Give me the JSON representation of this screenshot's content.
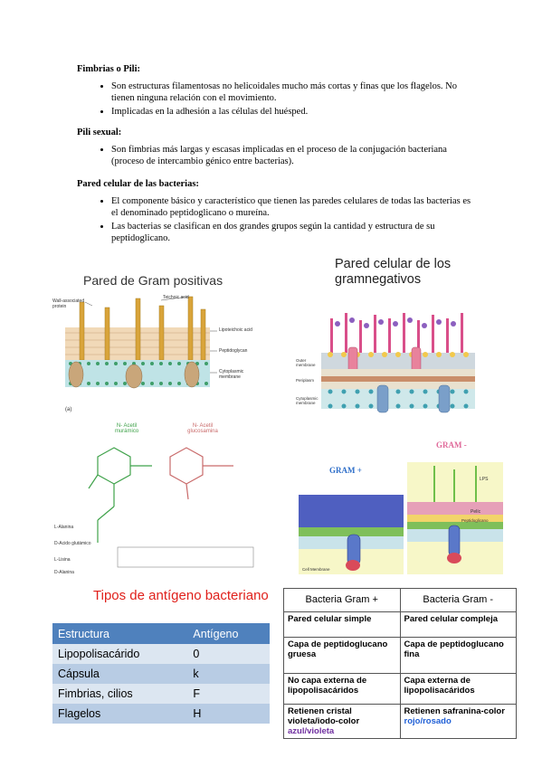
{
  "sections": [
    {
      "heading": "Fimbrias o Pili:",
      "items": [
        "Son estructuras filamentosas no helicoidales mucho más cortas y finas que los flagelos. No tienen ninguna relación con el movimiento.",
        "Implicadas en la adhesión a las células del huésped."
      ]
    },
    {
      "heading": "Pili sexual:",
      "items": [
        "Son fimbrias más largas y escasas implicadas en el proceso de la conjugación bacteriana (proceso de intercambio génico entre bacterias)."
      ]
    },
    {
      "heading": "Pared celular de las bacterias:",
      "items": [
        "El componente básico y característico que tienen las paredes celulares de todas las bacterias es el denominado peptidoglicano o mureína.",
        "Las bacterias se clasifican en dos grandes grupos según la cantidad y estructura de su peptidoglicano."
      ]
    }
  ],
  "fig_gram_pos": {
    "title": "Pared de Gram positivas",
    "labels": [
      "Wall-associated protein",
      "Teichoic acid",
      "Lipoteichoic acid",
      "Peptidoglycan",
      "Cytoplasmic membrane"
    ],
    "panel_letter": "(a)",
    "nag": "N- Acetil murámico",
    "nam": "N- Acetil glucosamina",
    "chain": [
      "L-Alanina",
      "D-Acido glutámico",
      "L-Lisina",
      "D-Alanina"
    ]
  },
  "fig_gram_neg": {
    "title": "Pared celular de los gramnegativos",
    "labels": [
      "Outer membrane",
      "Periplasm",
      "Cytoplasmic membrane"
    ]
  },
  "fig_gram_compare": {
    "gram_minus": "GRAM -",
    "gram_plus": "GRAM +",
    "labels": [
      "LPS",
      "Pelíc",
      "Peptidoglicano",
      "Cell Membrane"
    ]
  },
  "antigen_table": {
    "title": "Tipos de antígeno bacteriano",
    "headers": [
      "Estructura",
      "Antígeno"
    ],
    "rows": [
      [
        "Lipopolisacárido",
        "0"
      ],
      [
        "Cápsula",
        "k"
      ],
      [
        "Fimbrias, cilios",
        "F"
      ],
      [
        "Flagelos",
        "H"
      ]
    ],
    "colors": {
      "header": "#4f81bd",
      "row_light": "#dce6f1",
      "row_dark": "#b8cce4",
      "title": "#e0201b"
    }
  },
  "compare_table": {
    "headers": [
      "Bacteria Gram +",
      "Bacteria Gram -"
    ],
    "rows": [
      [
        "Pared celular simple",
        "Pared celular compleja"
      ],
      [
        "Capa de peptidoglucano gruesa",
        "Capa de peptidoglucano fina"
      ],
      [
        "No capa externa de lipopolisacáridos",
        "Capa externa de lipopolisacáridos"
      ]
    ],
    "last_row": {
      "left": "Retienen cristal violeta/iodo-color",
      "left_colored": "azul/violeta",
      "right": "Retienen safranina-color",
      "right_colored": "rojo/rosado"
    },
    "colors": {
      "left_colored": "#7030a0",
      "right_colored": "#1f5fd6"
    }
  }
}
